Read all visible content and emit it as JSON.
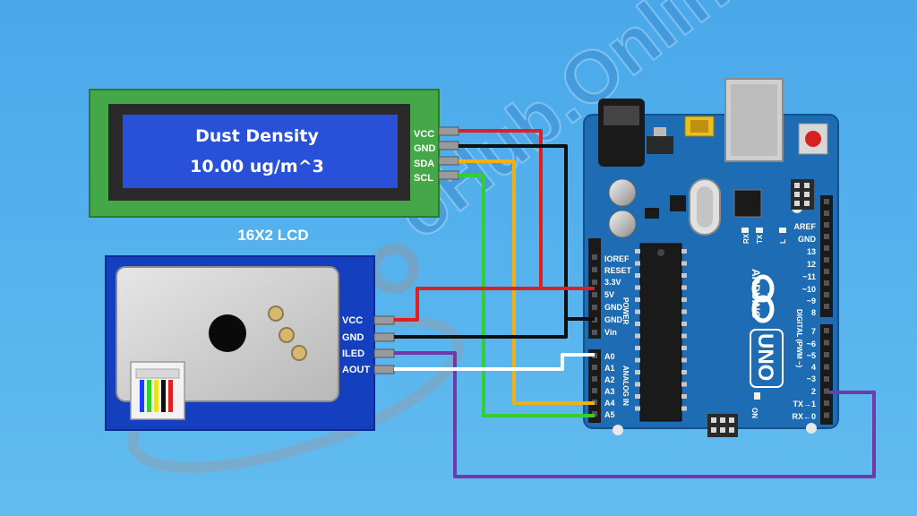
{
  "watermark": {
    "text": "oHub.Online"
  },
  "lcd": {
    "line1": "Dust Density",
    "line2": "10.00 ug/m^3",
    "caption": "16X2 LCD",
    "pins": [
      "VCC",
      "GND",
      "SDA",
      "SCL"
    ]
  },
  "sensor": {
    "pins": [
      "VCC",
      "GND",
      "ILED",
      "AOUT"
    ]
  },
  "arduino": {
    "brand": "ARDUINO",
    "model": "UNO",
    "power_header": [
      "IOREF",
      "RESET",
      "3.3V",
      "5V",
      "GND",
      "GND",
      "Vin"
    ],
    "power_title": "POWER",
    "analog_header": [
      "A0",
      "A1",
      "A2",
      "A3",
      "A4",
      "A5"
    ],
    "analog_title": "ANALOG IN",
    "digital_top": [
      "AREF",
      "GND",
      "13",
      "12",
      "~11",
      "~10",
      "~9",
      "8"
    ],
    "digital_bottom": [
      "7",
      "~6",
      "~5",
      "4",
      "~3",
      "2",
      "TX→1",
      "RX←0"
    ],
    "digital_title": "DIGITAL (PWM ~)",
    "led_labels": [
      "RX",
      "TX",
      "L",
      "ON"
    ]
  },
  "colors": {
    "background": "#55b0ec",
    "board": "#1e6cb4",
    "lcd_pcb": "#44a848",
    "lcd_screen": "#2850d8",
    "sensor_pcb": "#1440c0",
    "wire_vcc": "#e02020",
    "wire_gnd": "#101010",
    "wire_sda": "#f0b018",
    "wire_scl": "#30d030",
    "wire_iled": "#7038a8",
    "wire_aout": "#ffffff"
  }
}
